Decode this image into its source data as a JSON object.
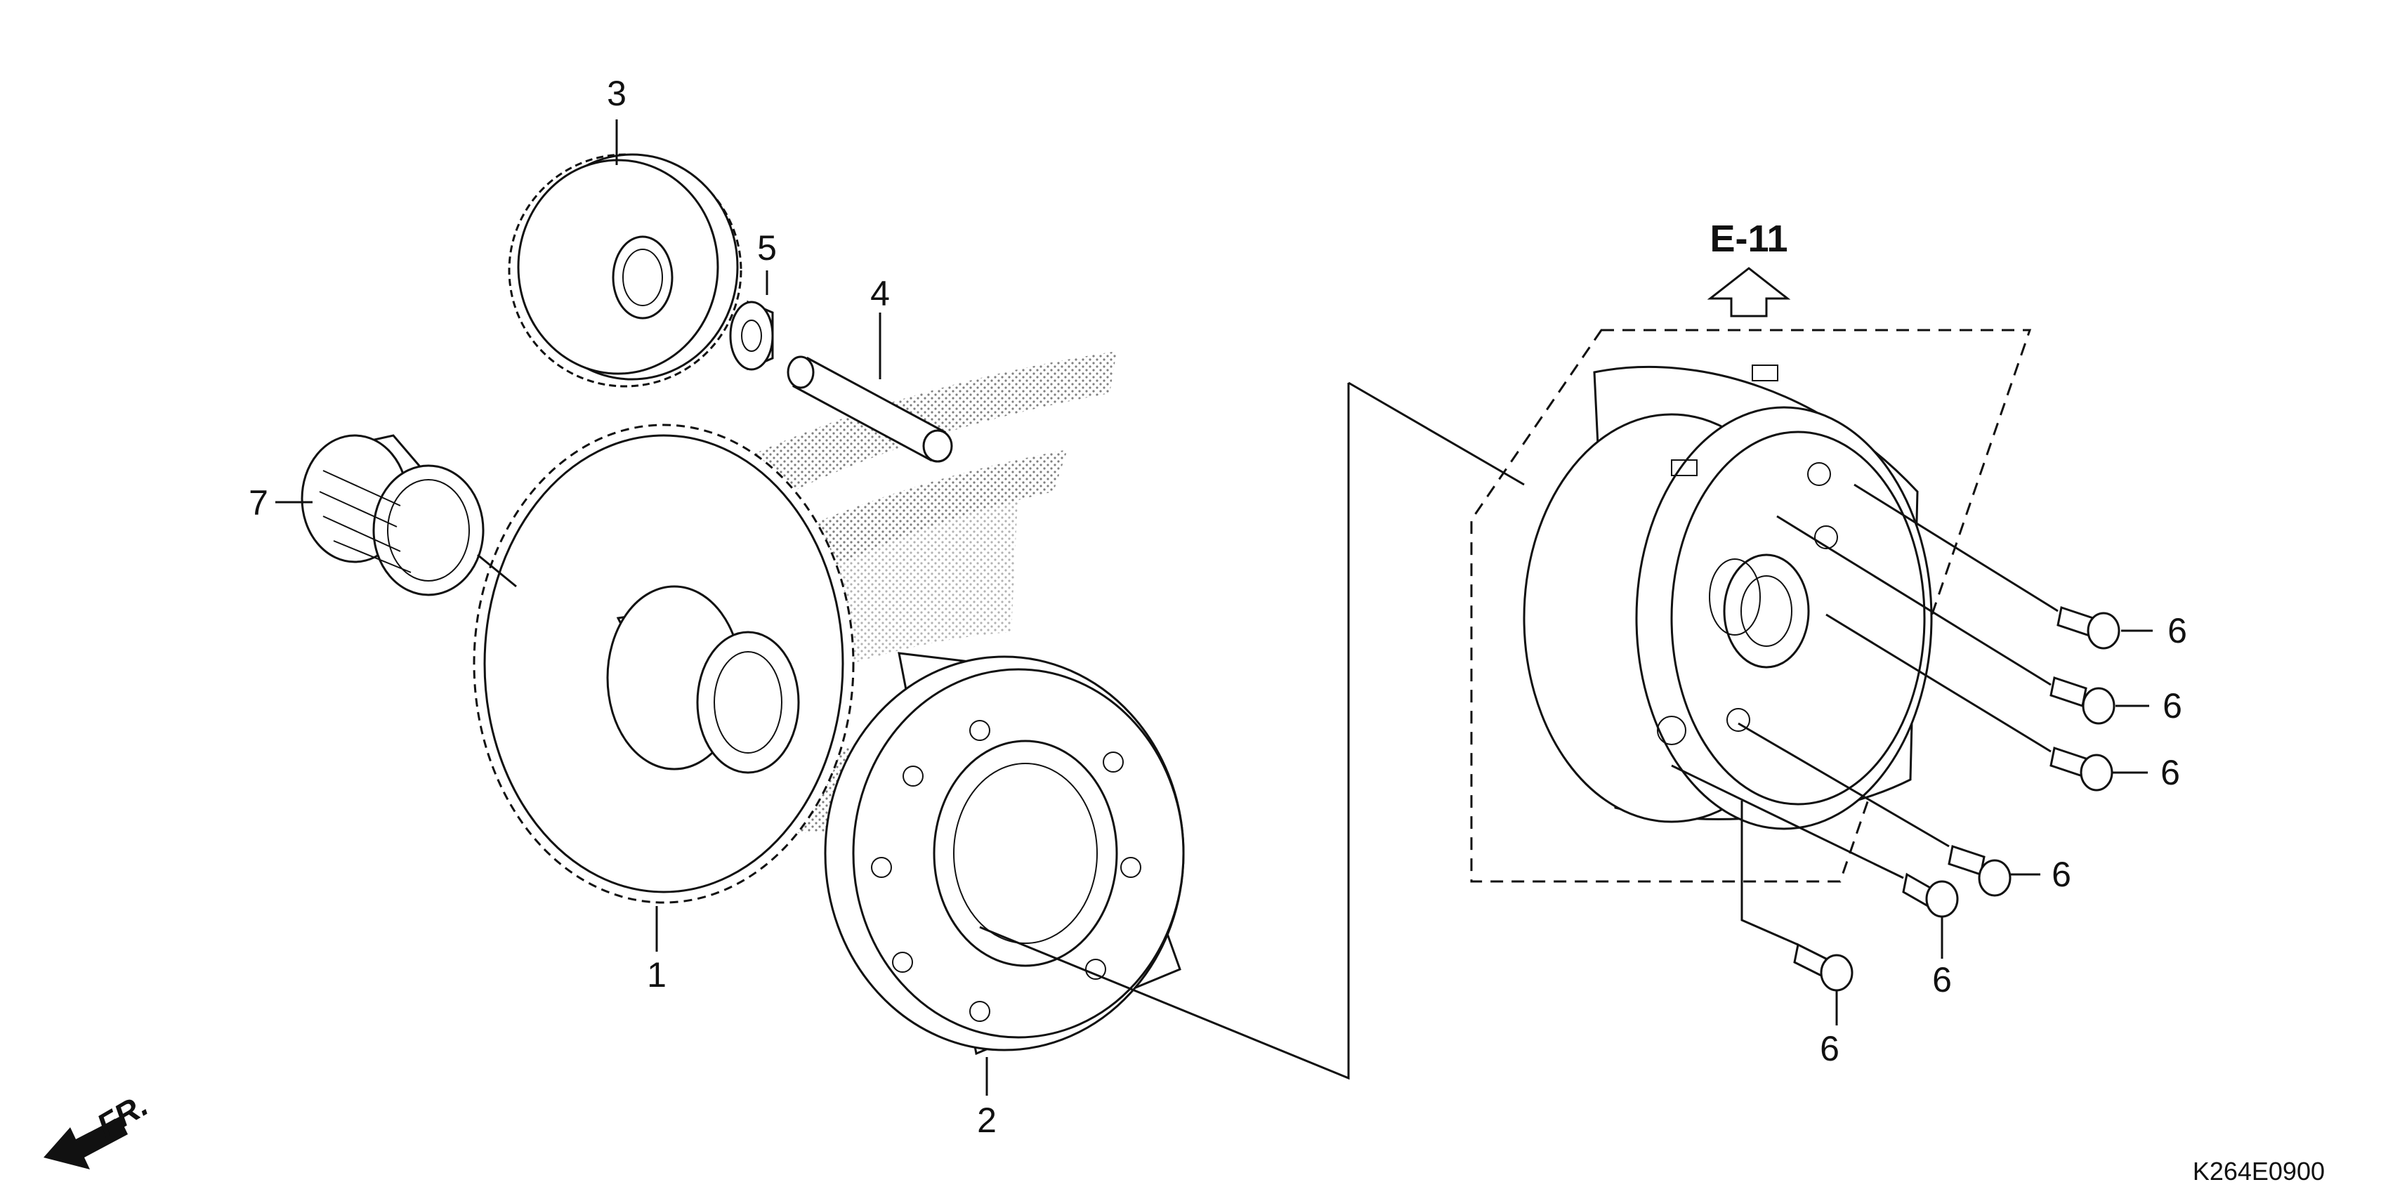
{
  "callouts": {
    "p1": "1",
    "p2": "2",
    "p3": "3",
    "p4": "4",
    "p5": "5",
    "p6": "6",
    "p7": "7"
  },
  "reference_label": "E-11",
  "front_indicator": "FR.",
  "drawing_code": "K264E0900",
  "icons": {
    "front_arrow": "arrow-down-left-icon",
    "reference_arrow": "hollow-up-arrow-icon"
  }
}
